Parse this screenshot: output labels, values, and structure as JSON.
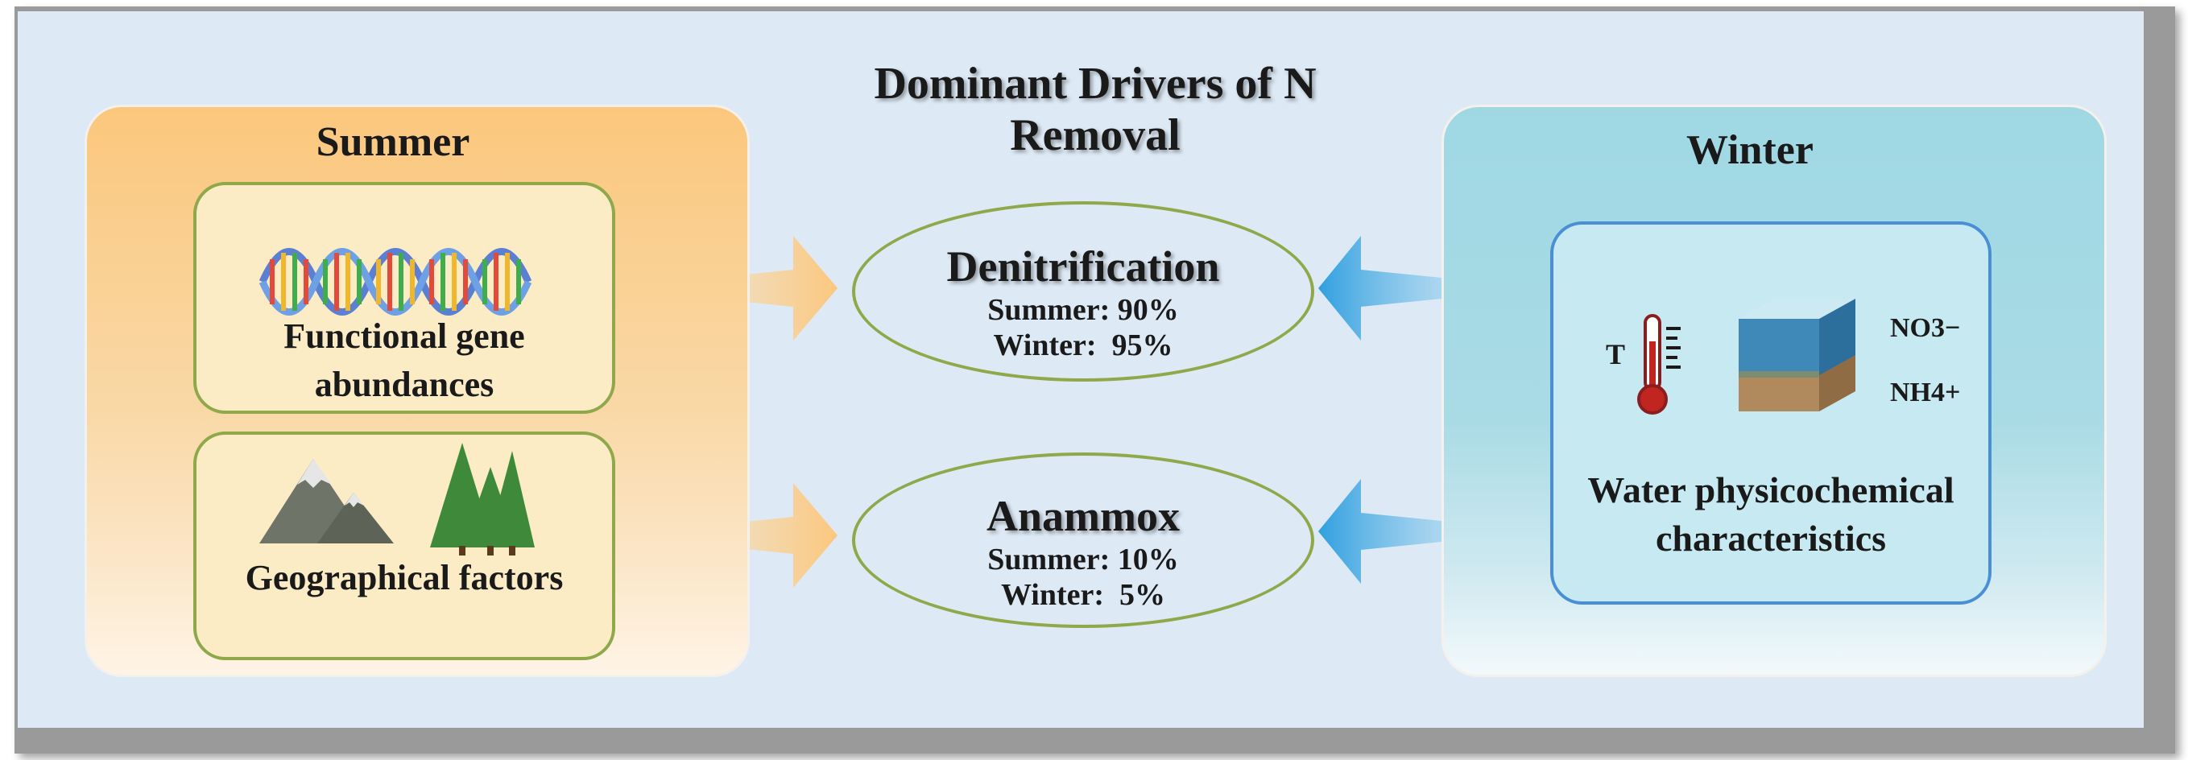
{
  "title": "Dominant Drivers of N Removal",
  "summer": {
    "title": "Summer",
    "factors": [
      {
        "label": "Functional gene abundances",
        "icon": "dna-icon"
      },
      {
        "label": "Geographical factors",
        "icon": "mountain-forest-icon"
      }
    ]
  },
  "winter": {
    "title": "Winter",
    "factor": {
      "label": "Water physicochemical characteristics",
      "icon": "water-cube-icon"
    },
    "temperature_label": "T",
    "nitrate_label": "NO3−",
    "ammonium_label": "NH4+"
  },
  "processes": [
    {
      "name": "Denitrification",
      "summer_line": "Summer: 90%",
      "winter_line": "Winter:  95%"
    },
    {
      "name": "Anammox",
      "summer_line": "Summer: 10%",
      "winter_line": "Winter:  5%"
    }
  ],
  "colors": {
    "summer": "#fbc77d",
    "winter": "#9fd8e3",
    "outline": "#8ea84a",
    "blue_arrow": "#3aa6e0",
    "orange_arrow": "#fbc77d"
  }
}
